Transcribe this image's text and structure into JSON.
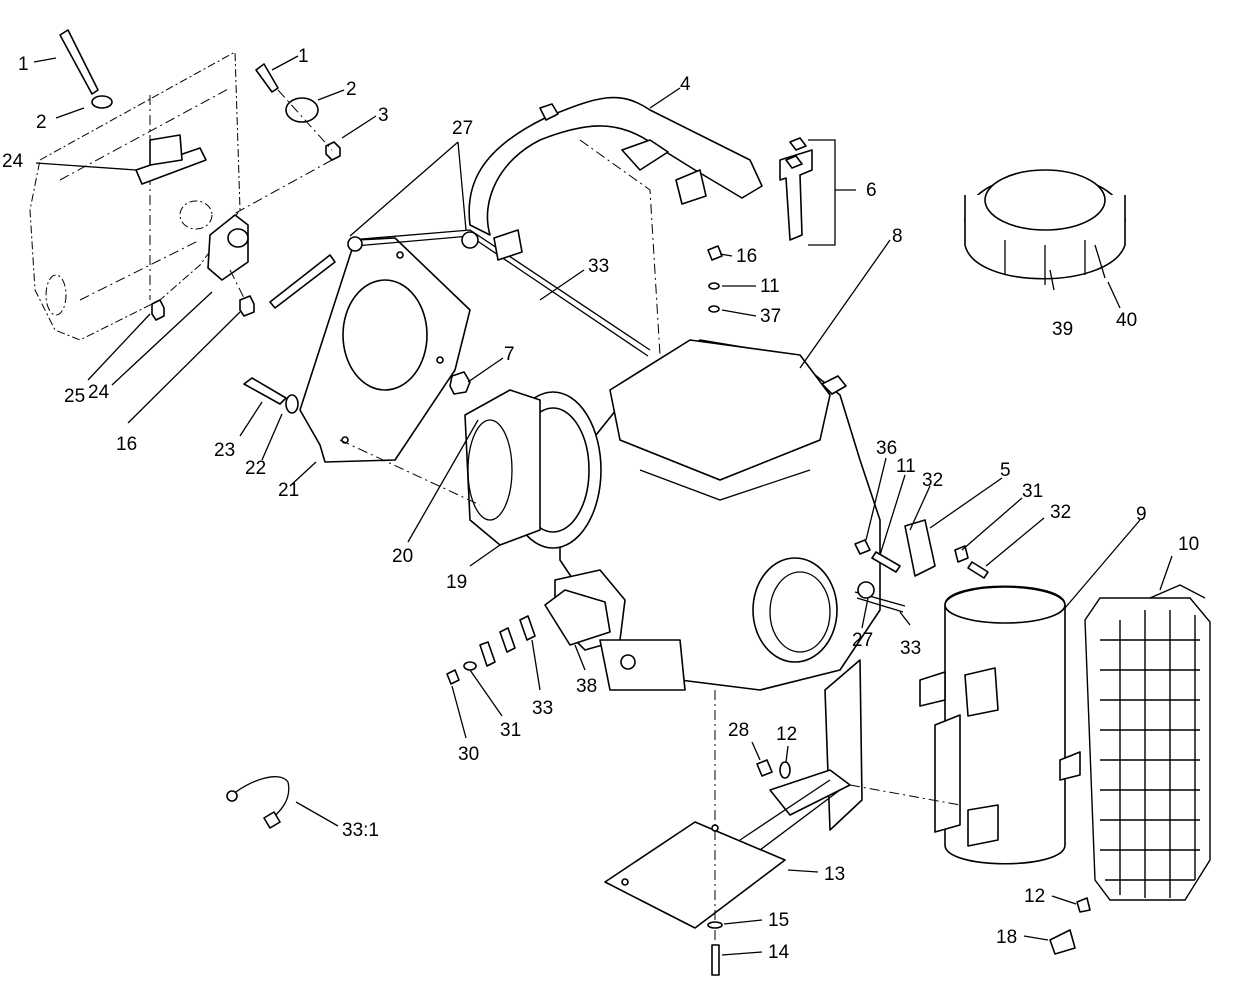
{
  "labels": [
    {
      "id": "l1a",
      "text": "1"
    },
    {
      "id": "l2a",
      "text": "2"
    },
    {
      "id": "l24a",
      "text": "24"
    },
    {
      "id": "l1b",
      "text": "1"
    },
    {
      "id": "l2b",
      "text": "2"
    },
    {
      "id": "l3",
      "text": "3"
    },
    {
      "id": "l27a",
      "text": "27"
    },
    {
      "id": "l4",
      "text": "4"
    },
    {
      "id": "l6",
      "text": "6"
    },
    {
      "id": "l16a",
      "text": "16"
    },
    {
      "id": "l11a",
      "text": "11"
    },
    {
      "id": "l37",
      "text": "37"
    },
    {
      "id": "l33a",
      "text": "33"
    },
    {
      "id": "l8",
      "text": "8"
    },
    {
      "id": "l39",
      "text": "39"
    },
    {
      "id": "l40",
      "text": "40"
    },
    {
      "id": "l25",
      "text": "25"
    },
    {
      "id": "l24b",
      "text": "24"
    },
    {
      "id": "l16b",
      "text": "16"
    },
    {
      "id": "l7",
      "text": "7"
    },
    {
      "id": "l23",
      "text": "23"
    },
    {
      "id": "l22",
      "text": "22"
    },
    {
      "id": "l21",
      "text": "21"
    },
    {
      "id": "l20",
      "text": "20"
    },
    {
      "id": "l19",
      "text": "19"
    },
    {
      "id": "l36",
      "text": "36"
    },
    {
      "id": "l11b",
      "text": "11"
    },
    {
      "id": "l32a",
      "text": "32"
    },
    {
      "id": "l5",
      "text": "5"
    },
    {
      "id": "l31a",
      "text": "31"
    },
    {
      "id": "l32b",
      "text": "32"
    },
    {
      "id": "l9",
      "text": "9"
    },
    {
      "id": "l10",
      "text": "10"
    },
    {
      "id": "l27b",
      "text": "27"
    },
    {
      "id": "l33b",
      "text": "33"
    },
    {
      "id": "l33c",
      "text": "33"
    },
    {
      "id": "l38",
      "text": "38"
    },
    {
      "id": "l31b",
      "text": "31"
    },
    {
      "id": "l30",
      "text": "30"
    },
    {
      "id": "l28",
      "text": "28"
    },
    {
      "id": "l12a",
      "text": "12"
    },
    {
      "id": "l331",
      "text": "33:1"
    },
    {
      "id": "l13",
      "text": "13"
    },
    {
      "id": "l15",
      "text": "15"
    },
    {
      "id": "l14",
      "text": "14"
    },
    {
      "id": "l12b",
      "text": "12"
    },
    {
      "id": "l18",
      "text": "18"
    }
  ]
}
